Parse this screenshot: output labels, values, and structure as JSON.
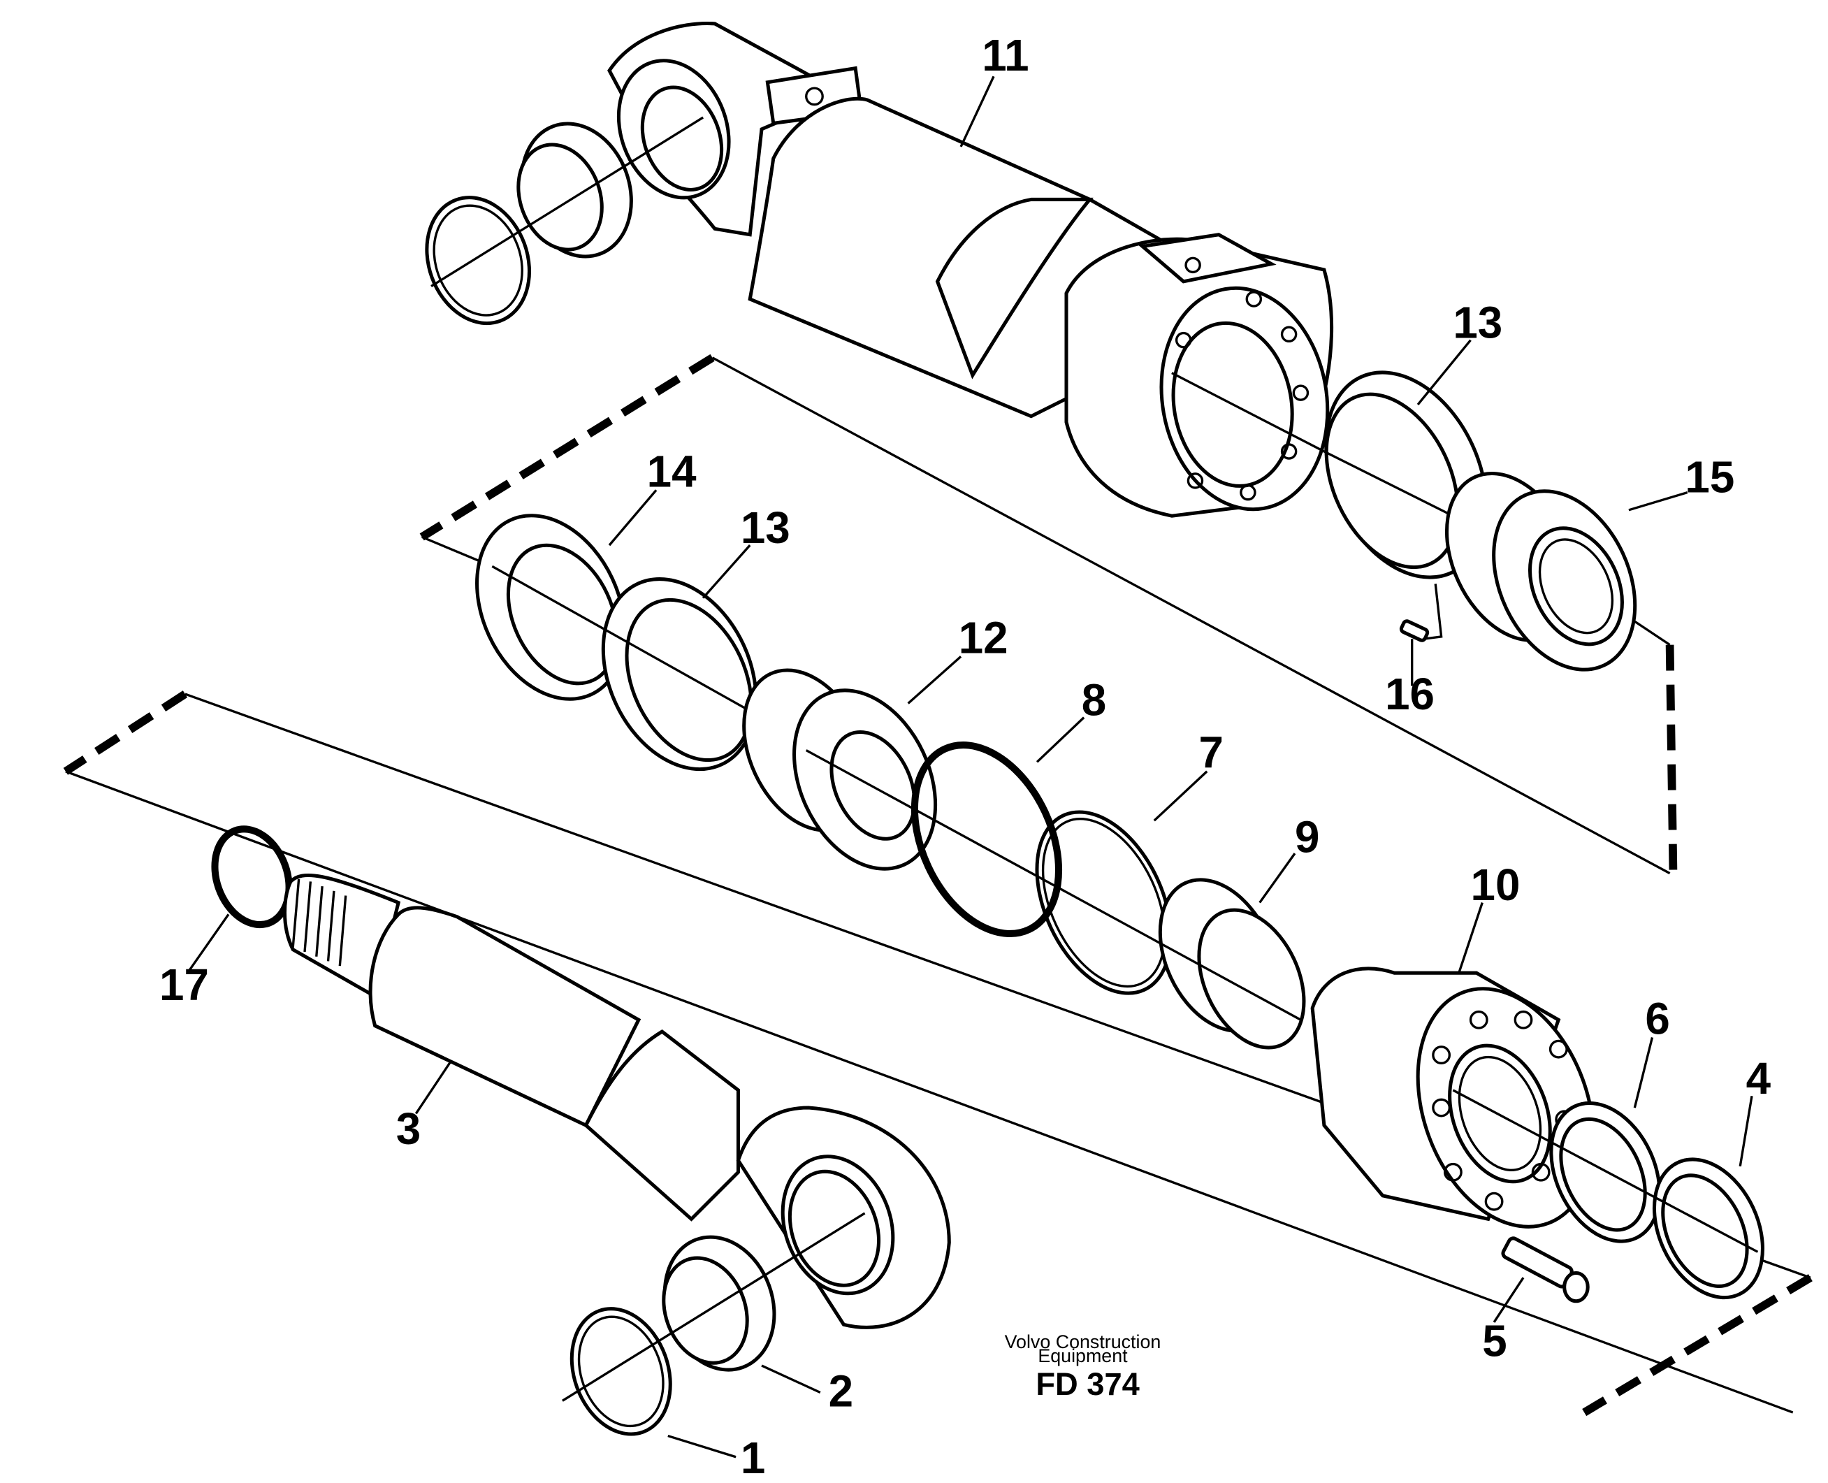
{
  "callouts": [
    {
      "id": "c11",
      "text": "11"
    },
    {
      "id": "c13a",
      "text": "13"
    },
    {
      "id": "c15",
      "text": "15"
    },
    {
      "id": "c16",
      "text": "16"
    },
    {
      "id": "c14",
      "text": "14"
    },
    {
      "id": "c13b",
      "text": "13"
    },
    {
      "id": "c12",
      "text": "12"
    },
    {
      "id": "c8",
      "text": "8"
    },
    {
      "id": "c7",
      "text": "7"
    },
    {
      "id": "c9",
      "text": "9"
    },
    {
      "id": "c10",
      "text": "10"
    },
    {
      "id": "c17",
      "text": "17"
    },
    {
      "id": "c3",
      "text": "3"
    },
    {
      "id": "c6",
      "text": "6"
    },
    {
      "id": "c4",
      "text": "4"
    },
    {
      "id": "c5",
      "text": "5"
    },
    {
      "id": "c2",
      "text": "2"
    },
    {
      "id": "c1",
      "text": "1"
    }
  ],
  "credit": {
    "line1": "Volvo Construction",
    "line2": "Equipment",
    "code": "FD 374"
  }
}
